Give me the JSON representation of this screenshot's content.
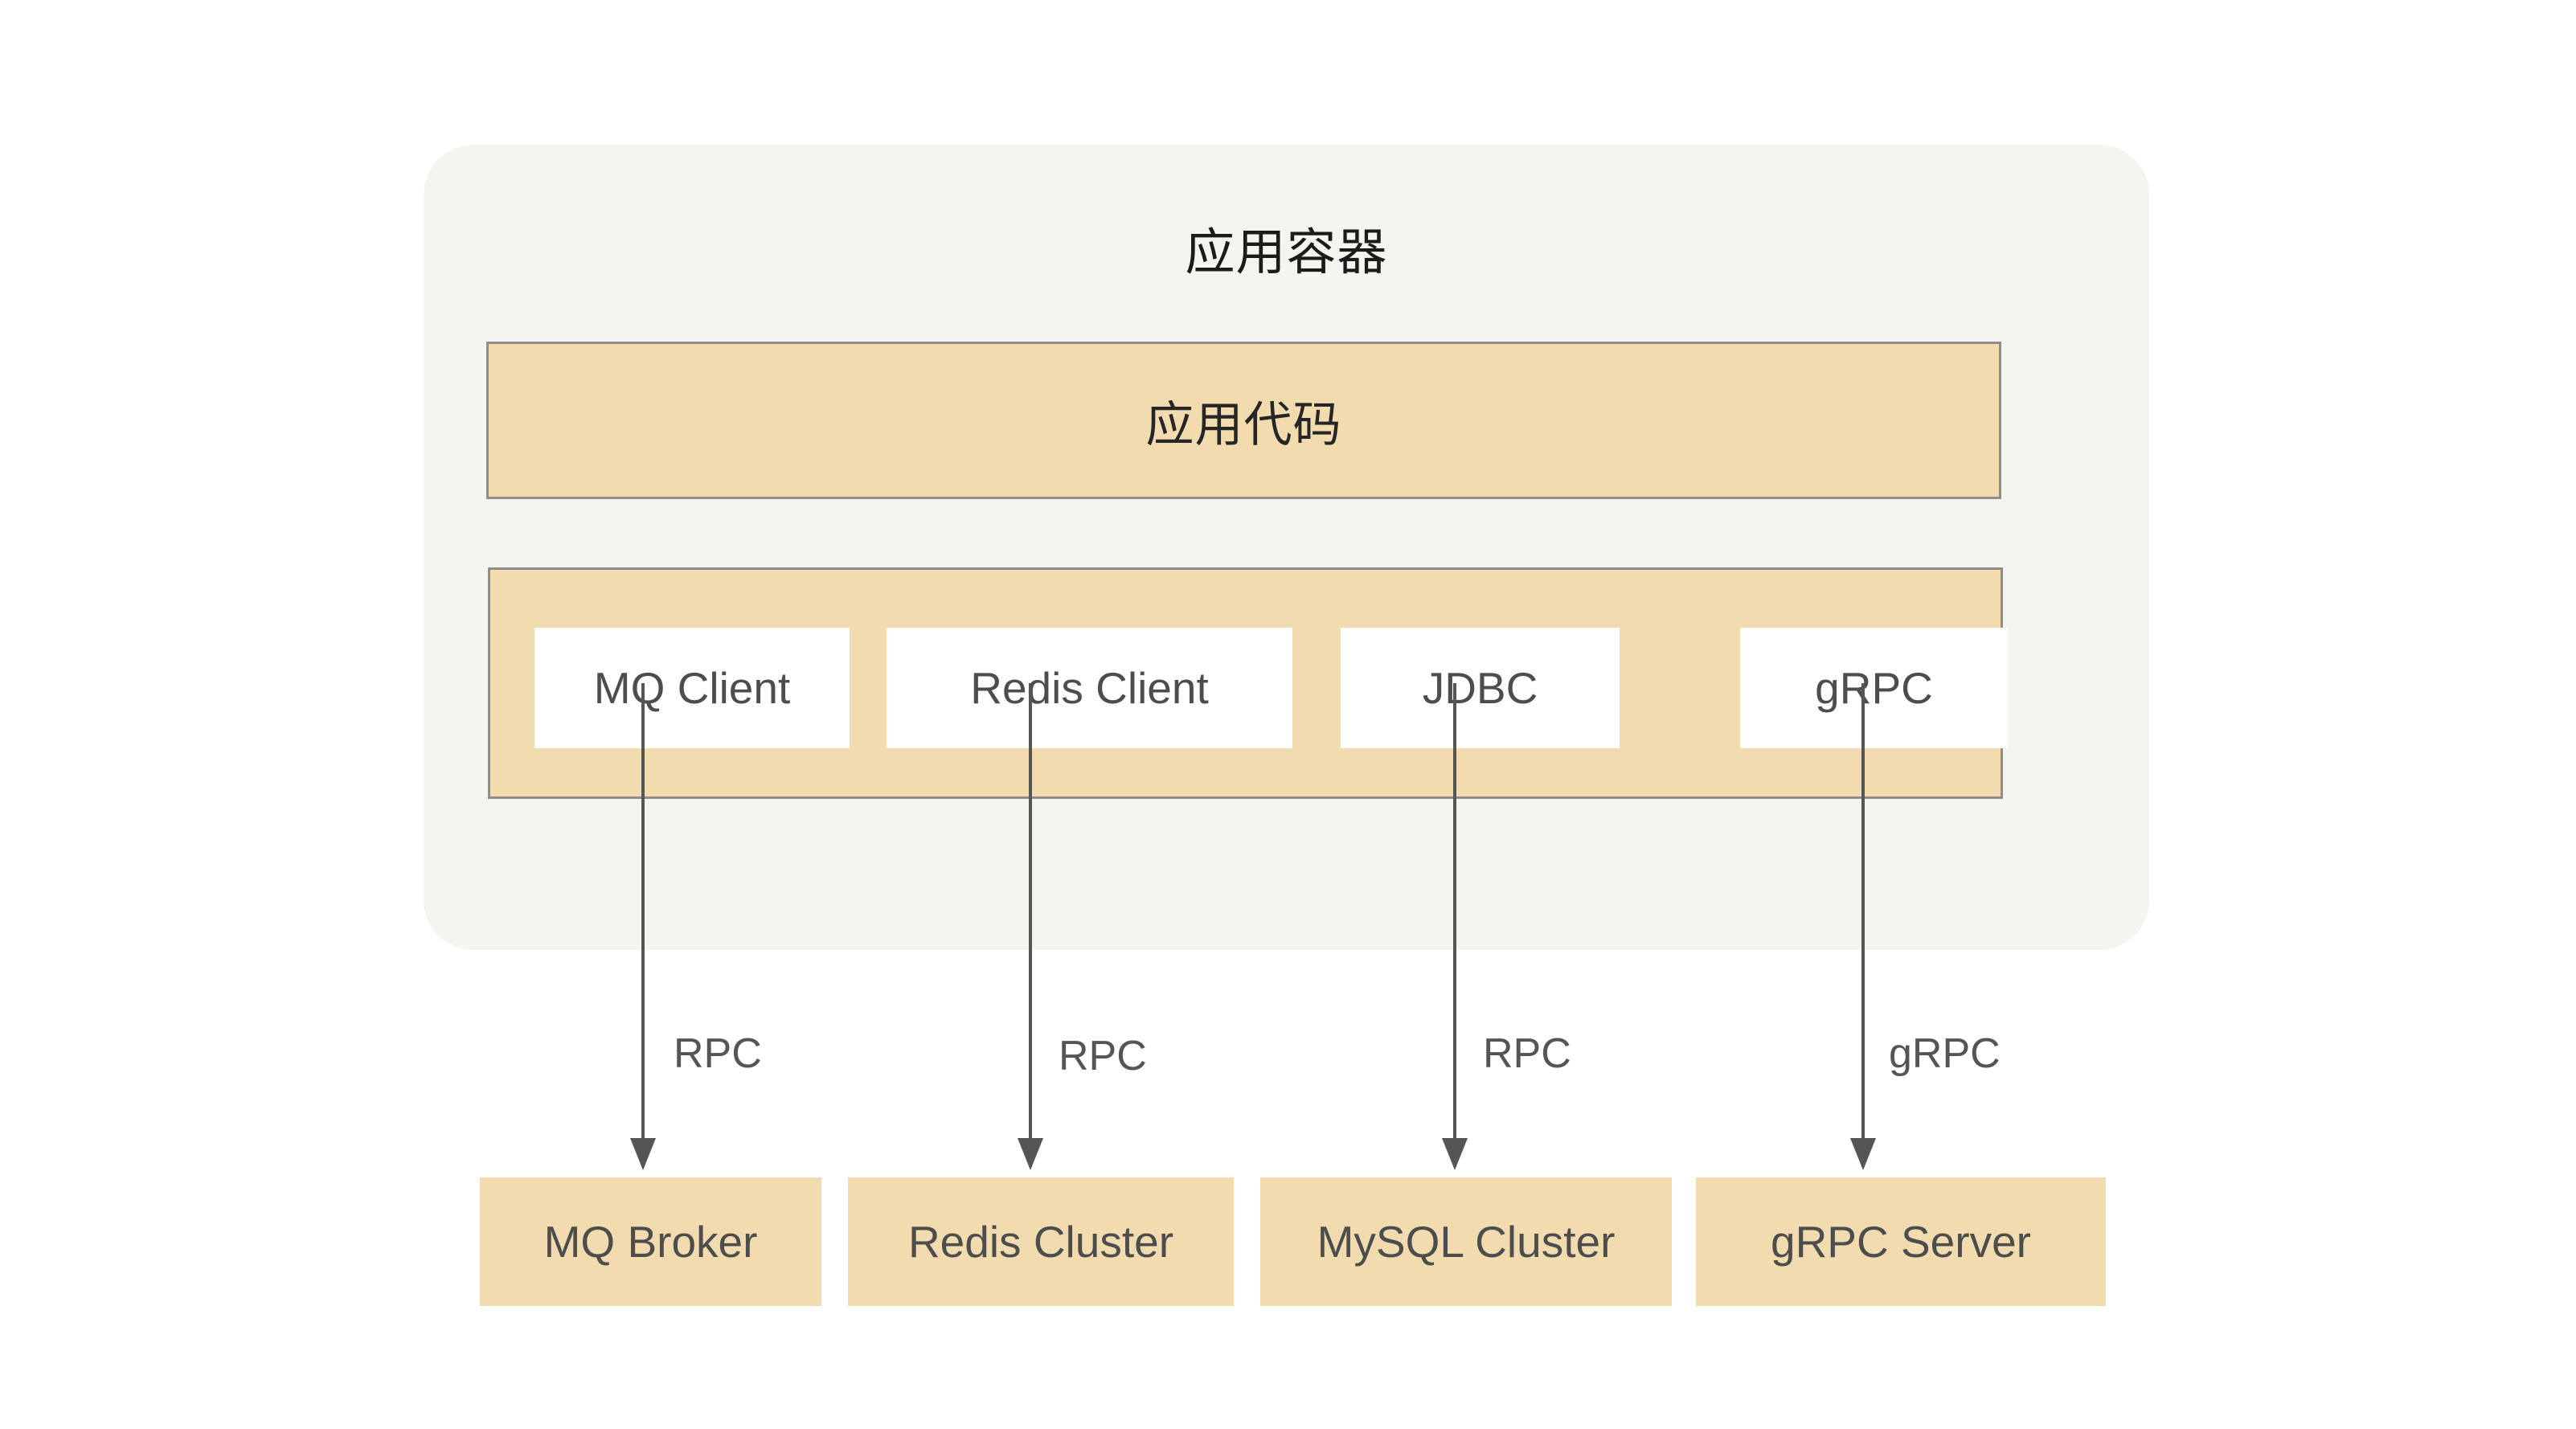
{
  "diagram": {
    "background_color": "#ffffff",
    "container": {
      "title": "应用容器",
      "fill": "#f5f5f0"
    },
    "layers": [
      {
        "id": "app-code",
        "label": "应用代码",
        "fill": "#f2dcaf",
        "border": "#8d8d8d"
      },
      {
        "id": "middleware",
        "label": "",
        "fill": "#f2dcaf",
        "border": "#8d8d8d"
      }
    ],
    "clients": [
      {
        "label": "MQ Client",
        "fill": "#ffffff"
      },
      {
        "label": "Redis Client",
        "fill": "#ffffff"
      },
      {
        "label": "JDBC",
        "fill": "#ffffff"
      },
      {
        "label": "gRPC",
        "fill": "#ffffff"
      }
    ],
    "connections": [
      {
        "label": "RPC",
        "from": "MQ Client",
        "to": "MQ Broker",
        "color": "#555555"
      },
      {
        "label": "RPC",
        "from": "Redis Client",
        "to": "Redis Cluster",
        "color": "#555555"
      },
      {
        "label": "RPC",
        "from": "JDBC",
        "to": "MySQL Cluster",
        "color": "#555555"
      },
      {
        "label": "gRPC",
        "from": "gRPC",
        "to": "gRPC Server",
        "color": "#555555"
      }
    ],
    "services": [
      {
        "label": "MQ Broker",
        "fill": "#f2dcaf"
      },
      {
        "label": "Redis Cluster",
        "fill": "#f2dcaf"
      },
      {
        "label": "MySQL Cluster",
        "fill": "#f2dcaf"
      },
      {
        "label": "gRPC Server",
        "fill": "#f2dcaf"
      }
    ],
    "colors": {
      "tan": "#f2dcaf",
      "container_bg": "#f5f5f0",
      "border_gray": "#8d8d8d",
      "text_gray": "#4d4d4d",
      "text_dark": "#1b1b1b",
      "arrow": "#555555"
    }
  }
}
